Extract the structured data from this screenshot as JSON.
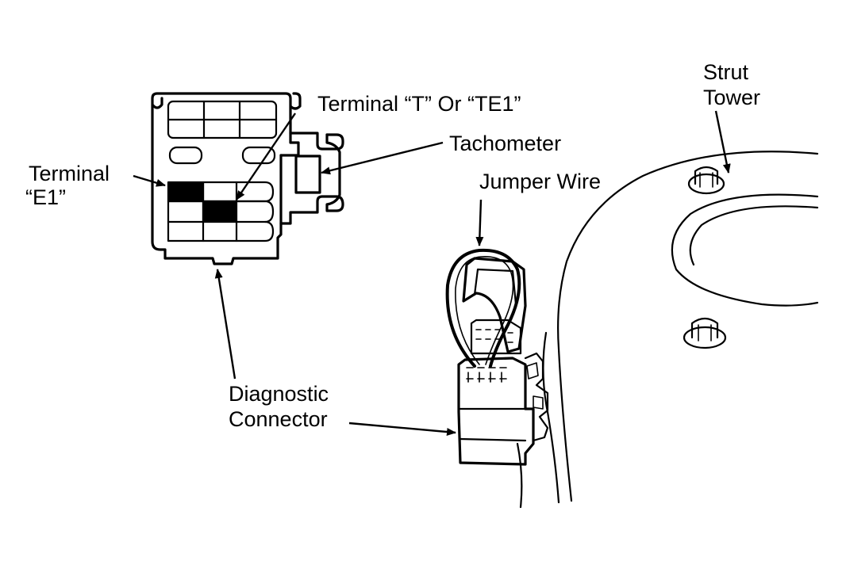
{
  "labels": {
    "terminal_t_te1": "Terminal “T” Or “TE1”",
    "tachometer": "Tachometer",
    "terminal_e1_line1": "Terminal",
    "terminal_e1_line2": "“E1”",
    "jumper_wire": "Jumper Wire",
    "strut_line1": "Strut",
    "strut_line2": "Tower",
    "diagnostic_line1": "Diagnostic",
    "diagnostic_line2": "Connector"
  },
  "colors": {
    "ink": "#000000",
    "paper": "#ffffff"
  }
}
